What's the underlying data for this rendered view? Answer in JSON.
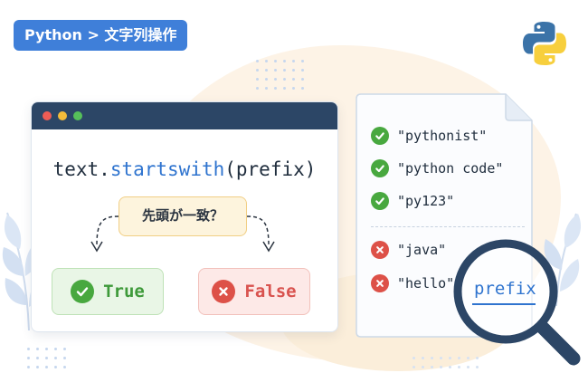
{
  "breadcrumb": "Python > 文字列操作",
  "code": {
    "object": "text.",
    "method": "startswith",
    "args": "(prefix)"
  },
  "question": "先頭が一致？",
  "results": {
    "true_label": "True",
    "false_label": "False"
  },
  "matches": [
    {
      "text": "\"pythonist\"",
      "status": "match"
    },
    {
      "text": "\"python code\"",
      "status": "match"
    },
    {
      "text": "\"py123\"",
      "status": "match"
    }
  ],
  "mismatches": [
    {
      "text": "\"java\"",
      "status": "no-match"
    },
    {
      "text": "\"hello\"",
      "status": "no-match"
    }
  ],
  "magnified_word": "prefix",
  "icons": {
    "logo": "python-logo-icon",
    "check": "check-circle-icon",
    "cross": "cross-circle-icon",
    "magnifier": "magnifying-glass-icon"
  },
  "colors": {
    "accent_blue": "#3f7fd9",
    "window_bar": "#2c4666",
    "true_green": "#3e9a3a",
    "false_red": "#d9534f",
    "question_bg": "#fdf4dd",
    "python_blue": "#3b73a8",
    "python_yellow": "#f7cf3d"
  }
}
